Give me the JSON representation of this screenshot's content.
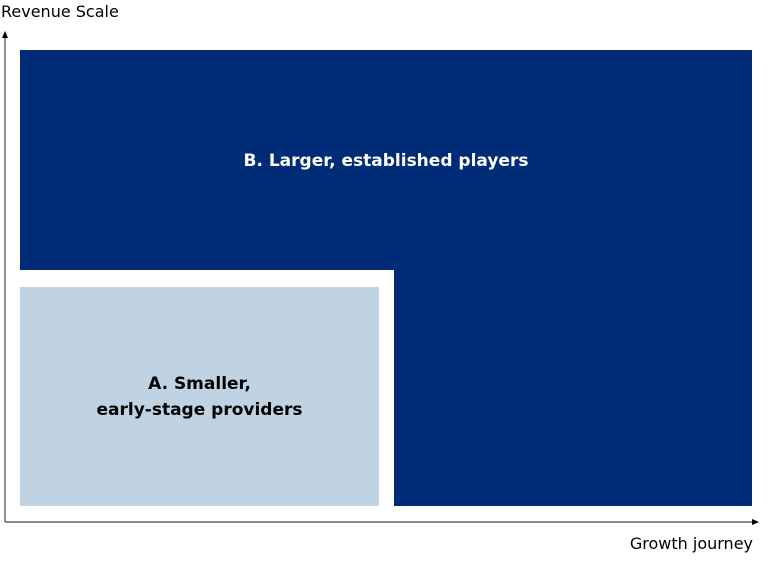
{
  "axes": {
    "y_label": "Revenue Scale",
    "x_label": "Growth journey"
  },
  "segments": [
    {
      "id": "B",
      "label": "B. Larger, established players",
      "color": "#002c77",
      "text_color": "#ffffff"
    },
    {
      "id": "A",
      "label_line1": "A. Smaller,",
      "label_line2": "early-stage providers",
      "color": "#bfd3e2",
      "text_color": "#000000"
    }
  ]
}
